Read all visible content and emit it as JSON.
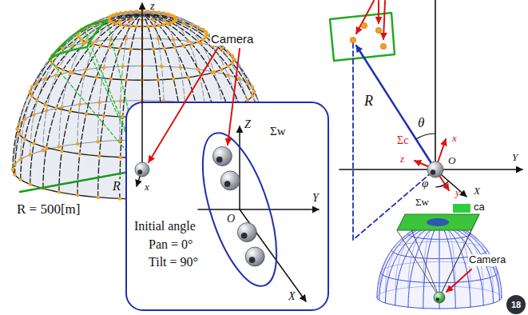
{
  "diagram": {
    "nodes": [
      {
        "text": [
          "Initial angle",
          "Pan = 0°",
          "Tilt = 90°",
          "Z",
          "Σw",
          "Y",
          "O",
          "X"
        ]
      },
      {
        "text": [
          "18"
        ]
      }
    ],
    "labels": [
      "Camera",
      "z",
      "R",
      "R = 500[m]",
      "x",
      "R",
      "θ",
      "Σc",
      "z",
      "x",
      "O",
      "Y",
      "y",
      "φ",
      "Σw",
      "X",
      "Camera"
    ],
    "legend": [
      {
        "text": "ca",
        "color": "#2ecc40"
      }
    ]
  }
}
